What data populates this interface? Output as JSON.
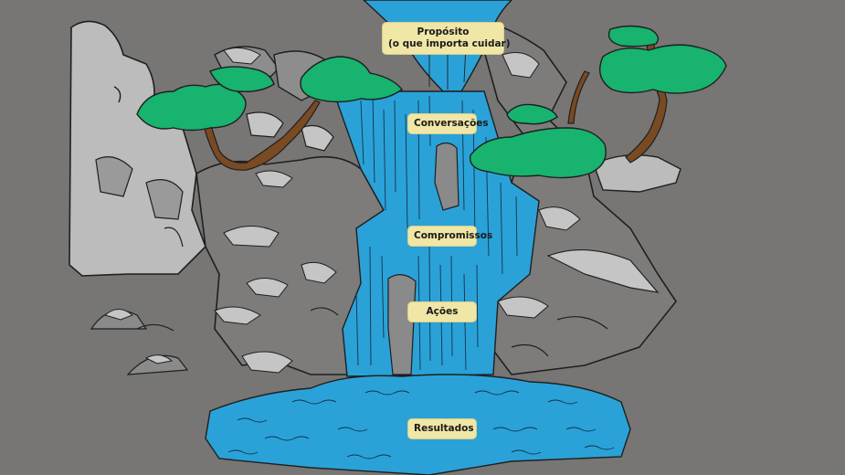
{
  "diagram": {
    "stages": [
      {
        "line1": "Propósito",
        "line2": "(o que importa cuidar)"
      },
      {
        "line1": "Conversações"
      },
      {
        "line1": "Compromissos"
      },
      {
        "line1": "Ações"
      },
      {
        "line1": "Resultados"
      }
    ]
  },
  "colors": {
    "background": "#777674",
    "rock_light": "#b9b9b9",
    "rock_mid": "#8a8a8a",
    "rock_dark": "#5f5f5f",
    "water": "#2aa2d8",
    "water_light": "#55c0ea",
    "foliage": "#17b36f",
    "trunk": "#7a4a22",
    "label_bg": "#f0e6a6"
  },
  "icons": [
    "waterfall-illustration",
    "tree-icon",
    "rock-icon"
  ]
}
